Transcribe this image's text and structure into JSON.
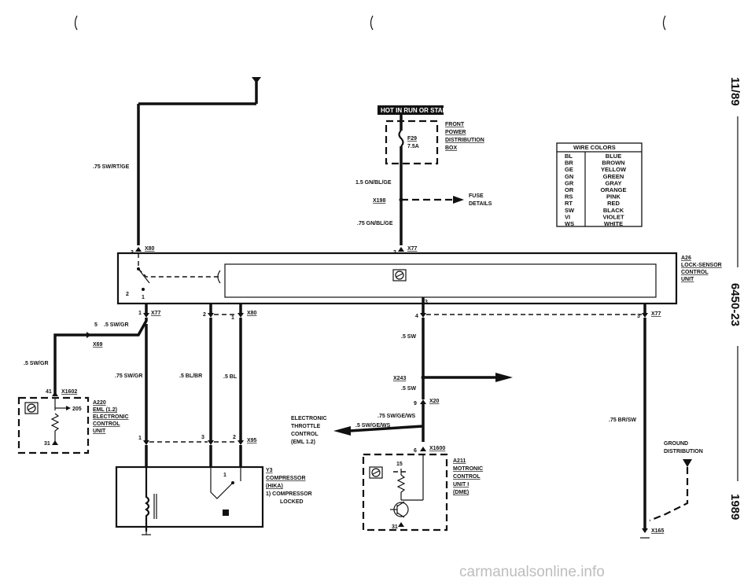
{
  "corner_page": "11/89",
  "corner_section": "6450-23",
  "corner_year": "1989",
  "watermark": "carmanualsonline.info",
  "hot_banner": "HOT IN RUN OR START",
  "fuse_box": {
    "fuse": "F29",
    "rating": "7.5A",
    "label_lines": [
      "FRONT",
      "POWER",
      "DISTRIBUTION",
      "BOX"
    ]
  },
  "fuse_details": [
    "FUSE",
    "DETAILS"
  ],
  "wire_colors": {
    "title": "WIRE COLORS",
    "rows": [
      [
        "BL",
        "BLUE"
      ],
      [
        "BR",
        "BROWN"
      ],
      [
        "GE",
        "YELLOW"
      ],
      [
        "GN",
        "GREEN"
      ],
      [
        "GR",
        "GRAY"
      ],
      [
        "OR",
        "ORANGE"
      ],
      [
        "RS",
        "PINK"
      ],
      [
        "RT",
        "RED"
      ],
      [
        "SW",
        "BLACK"
      ],
      [
        "VI",
        "VIOLET"
      ],
      [
        "WS",
        "WHITE"
      ]
    ]
  },
  "wires": {
    "sw_rt_ge": ".75 SW/RT/GE",
    "gn_bl_ge_15": "1.5 GN/BL/GE",
    "gn_bl_ge_75": ".75 GN/BL/GE",
    "sw_gr_5a": ".5 SW/GR",
    "sw_gr_5b": ".5 SW/GR",
    "sw_gr_75": ".75 SW/GR",
    "bl_br": ".5 BL/BR",
    "bl": ".5 BL",
    "sw_a": ".5 SW",
    "sw_b": ".5 SW",
    "sw_ge_ws_75": ".75 SW/GE/WS",
    "sw_ge_ws_5": ".5 SW/GE/WS",
    "br_sw": ".75 BR/SW"
  },
  "connectors": {
    "x80": "X80",
    "x77": "X77",
    "x69": "X69",
    "x1602": "X1602",
    "x95": "X95",
    "x198": "X198",
    "x243": "X243",
    "x20": "X20",
    "x1600": "X1600",
    "x165": "X165"
  },
  "pins": {
    "p3": "3",
    "p2": "2",
    "p1": "1",
    "p5": "5",
    "p41": "41",
    "p205": "205",
    "p31": "31",
    "p4": "4",
    "p9": "9",
    "p6": "6",
    "p15": "15"
  },
  "a26": [
    "A26",
    "LOCK-SENSOR",
    "CONTROL",
    "UNIT"
  ],
  "a220": [
    "A220",
    "EML (1.2)",
    "ELECTRONIC",
    "CONTROL",
    "UNIT"
  ],
  "y3": [
    "Y3",
    "COMPRESSOR",
    "(HIKA)",
    "1) COMPRESSOR",
    "LOCKED"
  ],
  "a211": [
    "A211",
    "MOTRONIC",
    "CONTROL",
    "UNIT I",
    "(DME)"
  ],
  "etc": [
    "ELECTRONIC",
    "THROTTLE",
    "CONTROL",
    "(EML 1.2)"
  ],
  "ground_dist": [
    "GROUND",
    "DISTRIBUTION"
  ]
}
